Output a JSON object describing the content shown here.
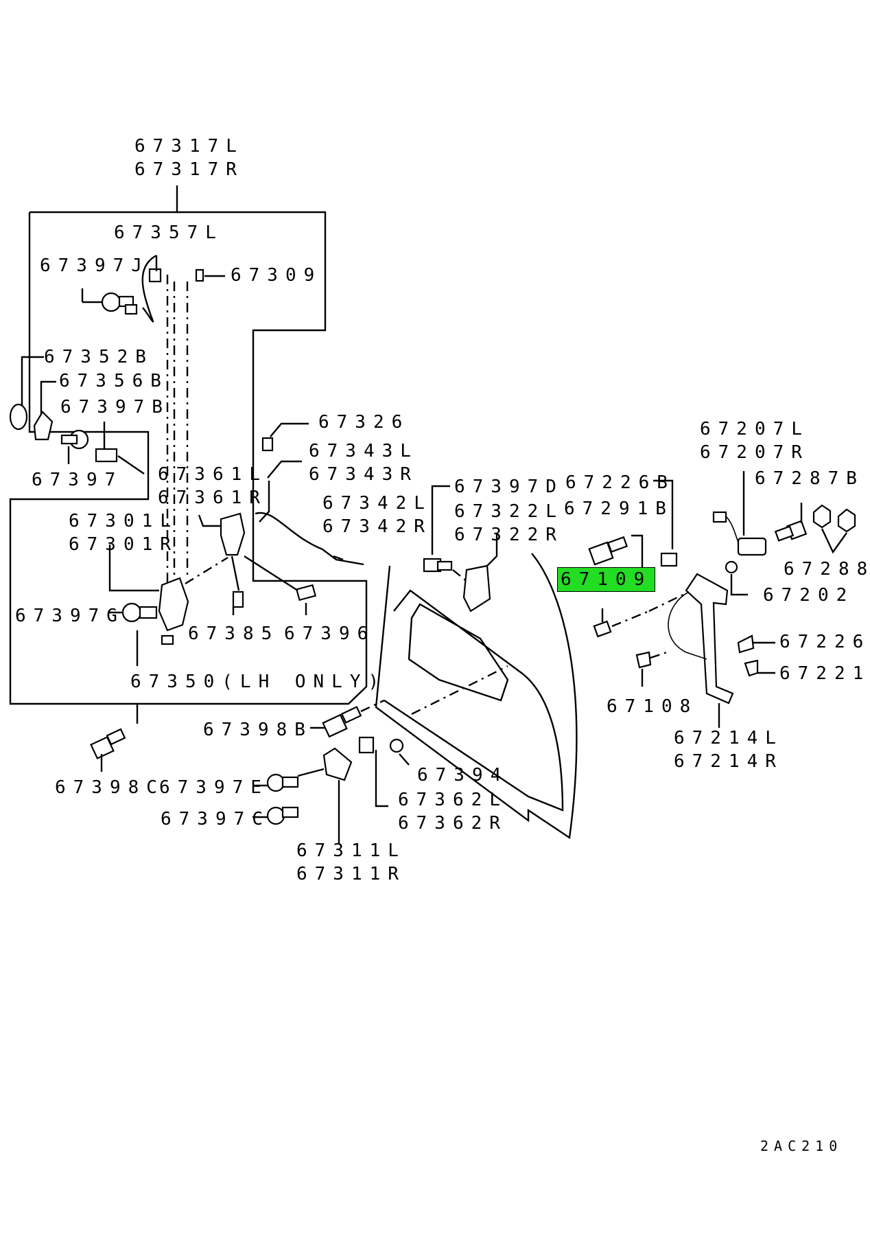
{
  "callouts": {
    "c67317": [
      "67317L",
      "67317R"
    ],
    "c67357L": "67357L",
    "c67397J": "67397J",
    "c67309": "67309",
    "c67352B": "67352B",
    "c67356B": "67356B",
    "c67397B": "67397B",
    "c67397": "67397",
    "c67326": "67326",
    "c67343": [
      "67343L",
      "67343R"
    ],
    "c67361": [
      "67361L",
      "67361R"
    ],
    "c67342": [
      "67342L",
      "67342R"
    ],
    "c67301": [
      "67301L",
      "67301R"
    ],
    "c67397G": "67397G",
    "c67385": "67385",
    "c67396": "67396",
    "c67350": "67350(LH ONLY)",
    "c67397D": "67397D",
    "c67322": [
      "67322L",
      "67322R"
    ],
    "c67226B": "67226B",
    "c67291B": "67291B",
    "c67109": "67109",
    "c67207": [
      "67207L",
      "67207R"
    ],
    "c67287B": "67287B",
    "c67288": "67288",
    "c67202": "67202",
    "c67226": "67226",
    "c67221": "67221",
    "c67108": "67108",
    "c67214": [
      "67214L",
      "67214R"
    ],
    "c67398B": "67398B",
    "c67394": "67394",
    "c67398C": "67398C",
    "c67397E": "67397E",
    "c67397C": "67397C",
    "c67362": [
      "67362L",
      "67362R"
    ],
    "c67311": [
      "67311L",
      "67311R"
    ]
  },
  "diagram_code": "2AC210",
  "highlight_color": "#22dd22"
}
